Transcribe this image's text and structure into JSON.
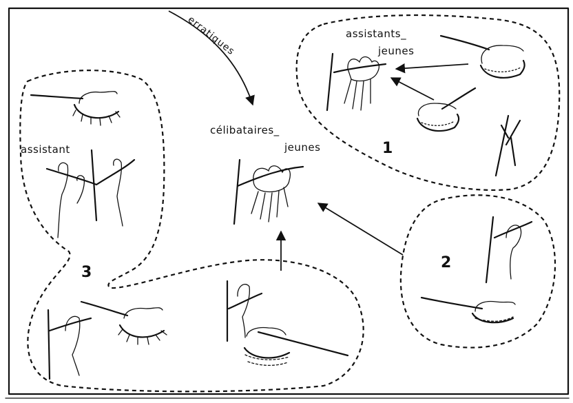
{
  "labels": {
    "erratiques": "erratiques",
    "celibataires": "célibataires_",
    "jeunes_center": "jeunes",
    "assistants": "assistants_",
    "jeunes_top": "jeunes",
    "assistant": "assistant",
    "group1": "1",
    "group2": "2",
    "group3": "3"
  },
  "icons": {
    "bird": "bird-on-branch-icon",
    "nest": "nest-icon",
    "cluster": "bird-cluster-icon"
  }
}
